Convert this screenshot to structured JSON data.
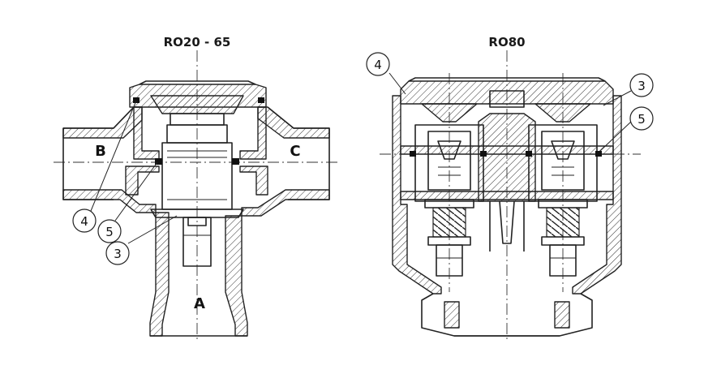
{
  "valve_left": {
    "title": "RO20 - 65",
    "ports": {
      "b": "B",
      "c": "C",
      "a": "A"
    },
    "callouts": [
      "4",
      "5",
      "3"
    ]
  },
  "valve_right": {
    "title": "RO80",
    "callouts": [
      "4",
      "3",
      "5"
    ]
  }
}
